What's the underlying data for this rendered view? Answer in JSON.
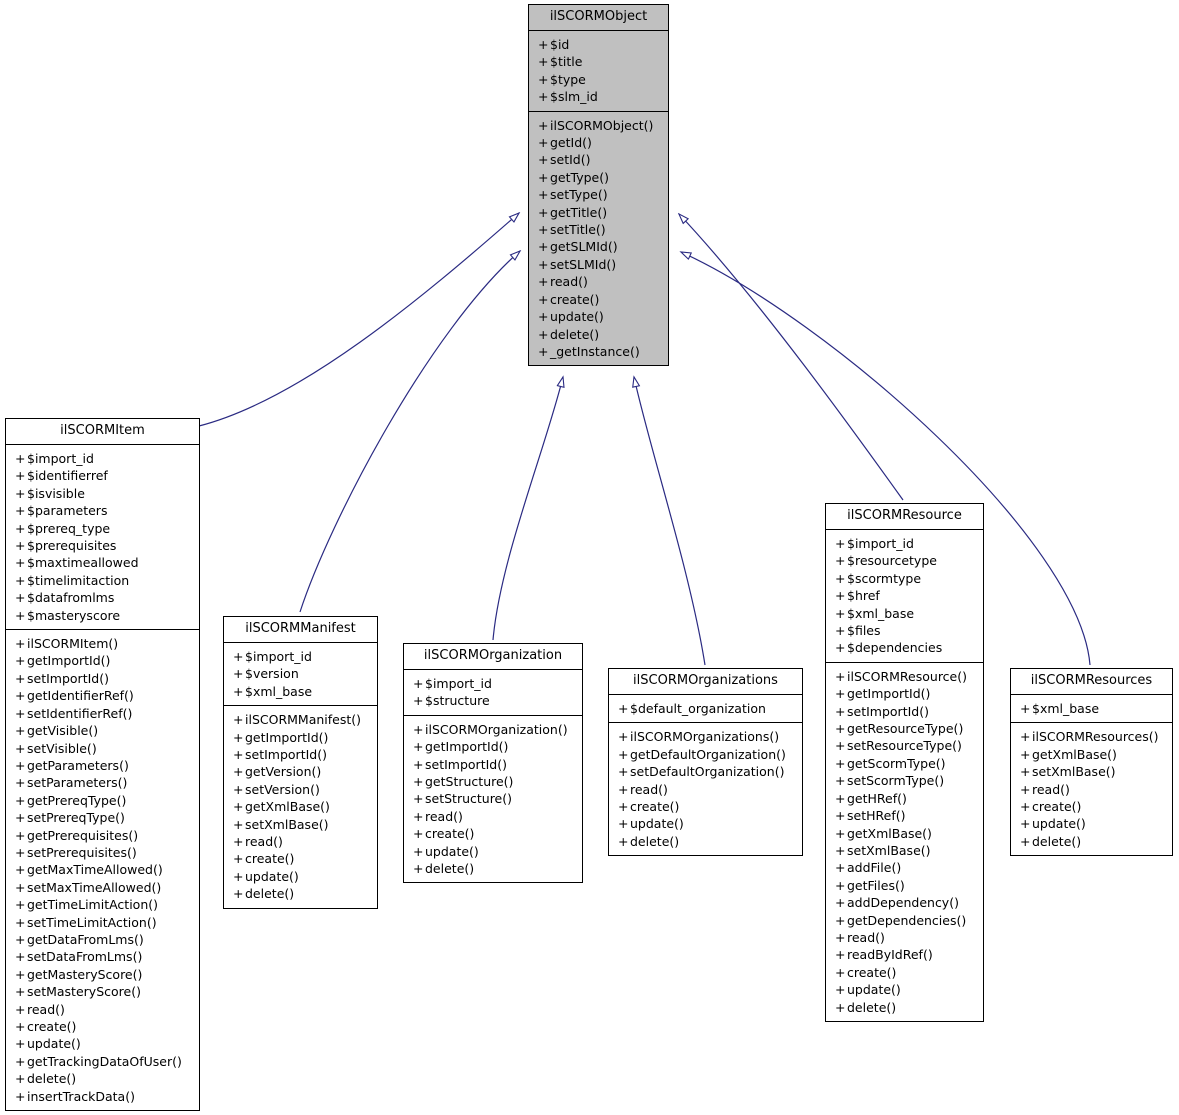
{
  "diagram": {
    "type": "uml-class-inheritance",
    "title": "ilSCORMObject inheritance diagram",
    "edge_color": "#2a2a82",
    "root_fill": "#c0c0c0",
    "box_fill": "#ffffff",
    "border_color": "#000000",
    "arrow_head": "hollow-triangle-inheritance"
  },
  "classes": {
    "ilSCORMObject": {
      "name": "ilSCORMObject",
      "attributes": [
        "+ $id",
        "+ $title",
        "+ $type",
        "+ $slm_id"
      ],
      "methods": [
        "+ ilSCORMObject()",
        "+ getId()",
        "+ setId()",
        "+ getType()",
        "+ setType()",
        "+ getTitle()",
        "+ setTitle()",
        "+ getSLMId()",
        "+ setSLMId()",
        "+ read()",
        "+ create()",
        "+ update()",
        "+ delete()",
        "+ _getInstance()"
      ]
    },
    "ilSCORMItem": {
      "name": "ilSCORMItem",
      "attributes": [
        "+ $import_id",
        "+ $identifierref",
        "+ $isvisible",
        "+ $parameters",
        "+ $prereq_type",
        "+ $prerequisites",
        "+ $maxtimeallowed",
        "+ $timelimitaction",
        "+ $datafromlms",
        "+ $masteryscore"
      ],
      "methods": [
        "+ ilSCORMItem()",
        "+ getImportId()",
        "+ setImportId()",
        "+ getIdentifierRef()",
        "+ setIdentifierRef()",
        "+ getVisible()",
        "+ setVisible()",
        "+ getParameters()",
        "+ setParameters()",
        "+ getPrereqType()",
        "+ setPrereqType()",
        "+ getPrerequisites()",
        "+ setPrerequisites()",
        "+ getMaxTimeAllowed()",
        "+ setMaxTimeAllowed()",
        "+ getTimeLimitAction()",
        "+ setTimeLimitAction()",
        "+ getDataFromLms()",
        "+ setDataFromLms()",
        "+ getMasteryScore()",
        "+ setMasteryScore()",
        "+ read()",
        "+ create()",
        "+ update()",
        "+ getTrackingDataOfUser()",
        "+ delete()",
        "+ insertTrackData()"
      ]
    },
    "ilSCORMManifest": {
      "name": "ilSCORMManifest",
      "attributes": [
        "+ $import_id",
        "+ $version",
        "+ $xml_base"
      ],
      "methods": [
        "+ ilSCORMManifest()",
        "+ getImportId()",
        "+ setImportId()",
        "+ getVersion()",
        "+ setVersion()",
        "+ getXmlBase()",
        "+ setXmlBase()",
        "+ read()",
        "+ create()",
        "+ update()",
        "+ delete()"
      ]
    },
    "ilSCORMOrganization": {
      "name": "ilSCORMOrganization",
      "attributes": [
        "+ $import_id",
        "+ $structure"
      ],
      "methods": [
        "+ ilSCORMOrganization()",
        "+ getImportId()",
        "+ setImportId()",
        "+ getStructure()",
        "+ setStructure()",
        "+ read()",
        "+ create()",
        "+ update()",
        "+ delete()"
      ]
    },
    "ilSCORMOrganizations": {
      "name": "ilSCORMOrganizations",
      "attributes": [
        "+ $default_organization"
      ],
      "methods": [
        "+ ilSCORMOrganizations()",
        "+ getDefaultOrganization()",
        "+ setDefaultOrganization()",
        "+ read()",
        "+ create()",
        "+ update()",
        "+ delete()"
      ]
    },
    "ilSCORMResource": {
      "name": "ilSCORMResource",
      "attributes": [
        "+ $import_id",
        "+ $resourcetype",
        "+ $scormtype",
        "+ $href",
        "+ $xml_base",
        "+ $files",
        "+ $dependencies"
      ],
      "methods": [
        "+ ilSCORMResource()",
        "+ getImportId()",
        "+ setImportId()",
        "+ getResourceType()",
        "+ setResourceType()",
        "+ getScormType()",
        "+ setScormType()",
        "+ getHRef()",
        "+ setHRef()",
        "+ getXmlBase()",
        "+ setXmlBase()",
        "+ addFile()",
        "+ getFiles()",
        "+ addDependency()",
        "+ getDependencies()",
        "+ read()",
        "+ readByIdRef()",
        "+ create()",
        "+ update()",
        "+ delete()"
      ]
    },
    "ilSCORMResources": {
      "name": "ilSCORMResources",
      "attributes": [
        "+ $xml_base"
      ],
      "methods": [
        "+ ilSCORMResources()",
        "+ getXmlBase()",
        "+ setXmlBase()",
        "+ read()",
        "+ create()",
        "+ update()",
        "+ delete()"
      ]
    }
  },
  "inheritance_edges": [
    {
      "from": "ilSCORMItem",
      "to": "ilSCORMObject"
    },
    {
      "from": "ilSCORMManifest",
      "to": "ilSCORMObject"
    },
    {
      "from": "ilSCORMOrganization",
      "to": "ilSCORMObject"
    },
    {
      "from": "ilSCORMOrganizations",
      "to": "ilSCORMObject"
    },
    {
      "from": "ilSCORMResource",
      "to": "ilSCORMObject"
    },
    {
      "from": "ilSCORMResources",
      "to": "ilSCORMObject"
    }
  ]
}
